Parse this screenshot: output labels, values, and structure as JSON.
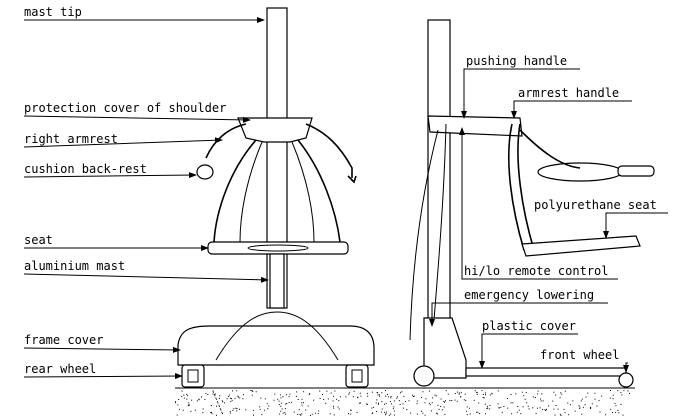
{
  "labels": {
    "mast_tip": "mast tip",
    "protection_cover": "protection cover of shoulder",
    "right_armrest": "right armrest",
    "cushion_back_rest": "cushion back-rest",
    "seat": "seat",
    "aluminium_mast": "aluminium mast",
    "frame_cover": "frame cover",
    "rear_wheel": "rear wheel",
    "pushing_handle": "pushing handle",
    "armrest_handle": "armrest handle",
    "polyurethane_seat": "polyurethane seat",
    "hi_lo_remote": "hi/lo remote control",
    "emergency_lowering": "emergency lowering",
    "plastic_cover": "plastic cover",
    "front_wheel": "front wheel"
  }
}
